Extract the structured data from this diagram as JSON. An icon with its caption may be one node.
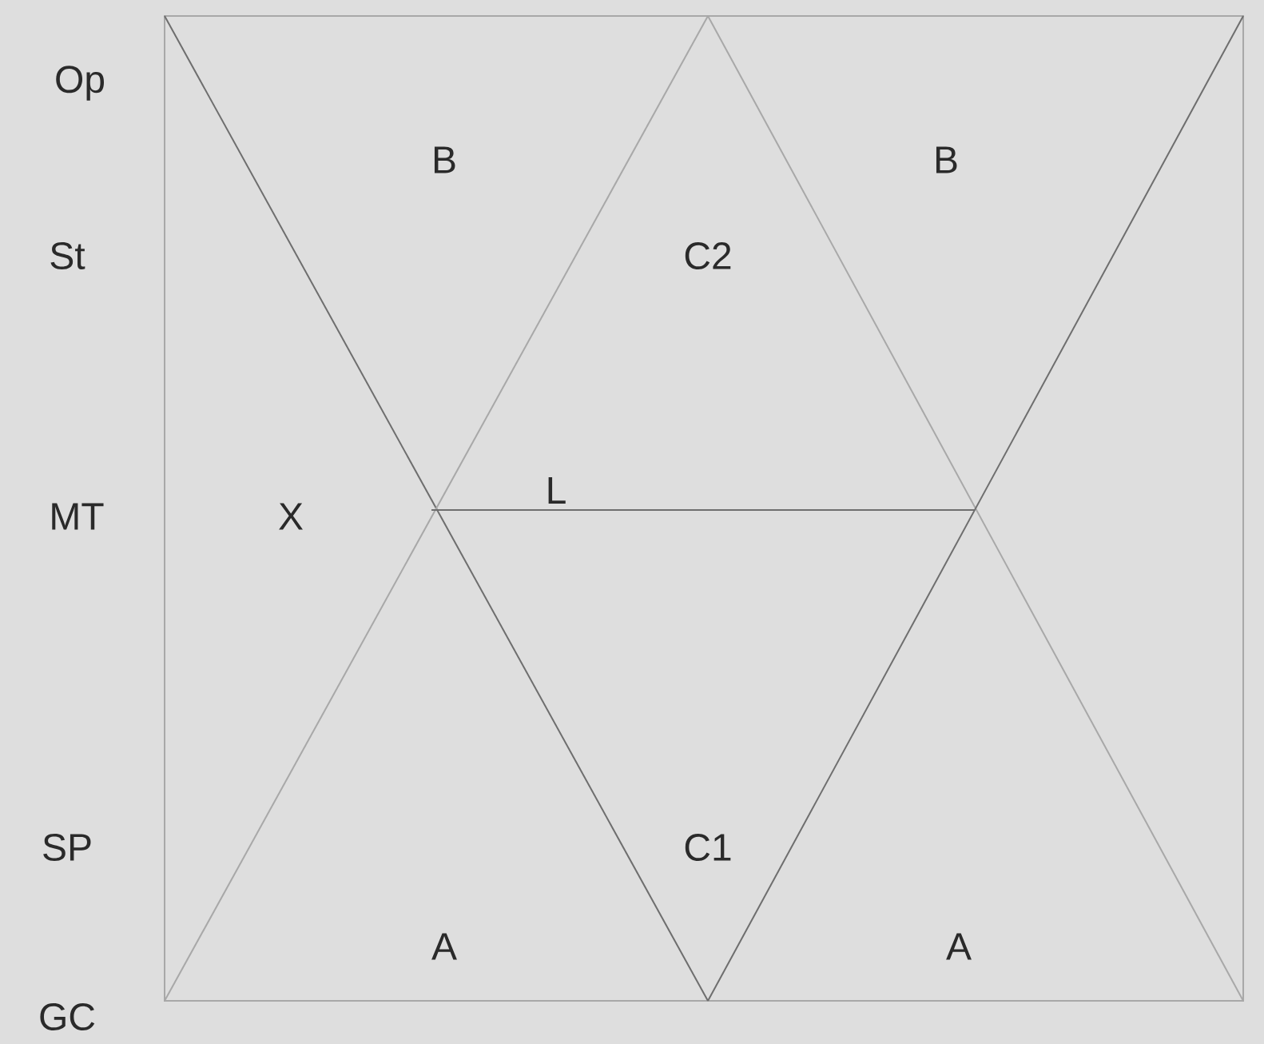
{
  "diagram": {
    "labels": [
      "Op",
      "B",
      "B",
      "St",
      "C2",
      "MT",
      "X",
      "L",
      "SP",
      "C1",
      "A",
      "A",
      "GC"
    ]
  }
}
